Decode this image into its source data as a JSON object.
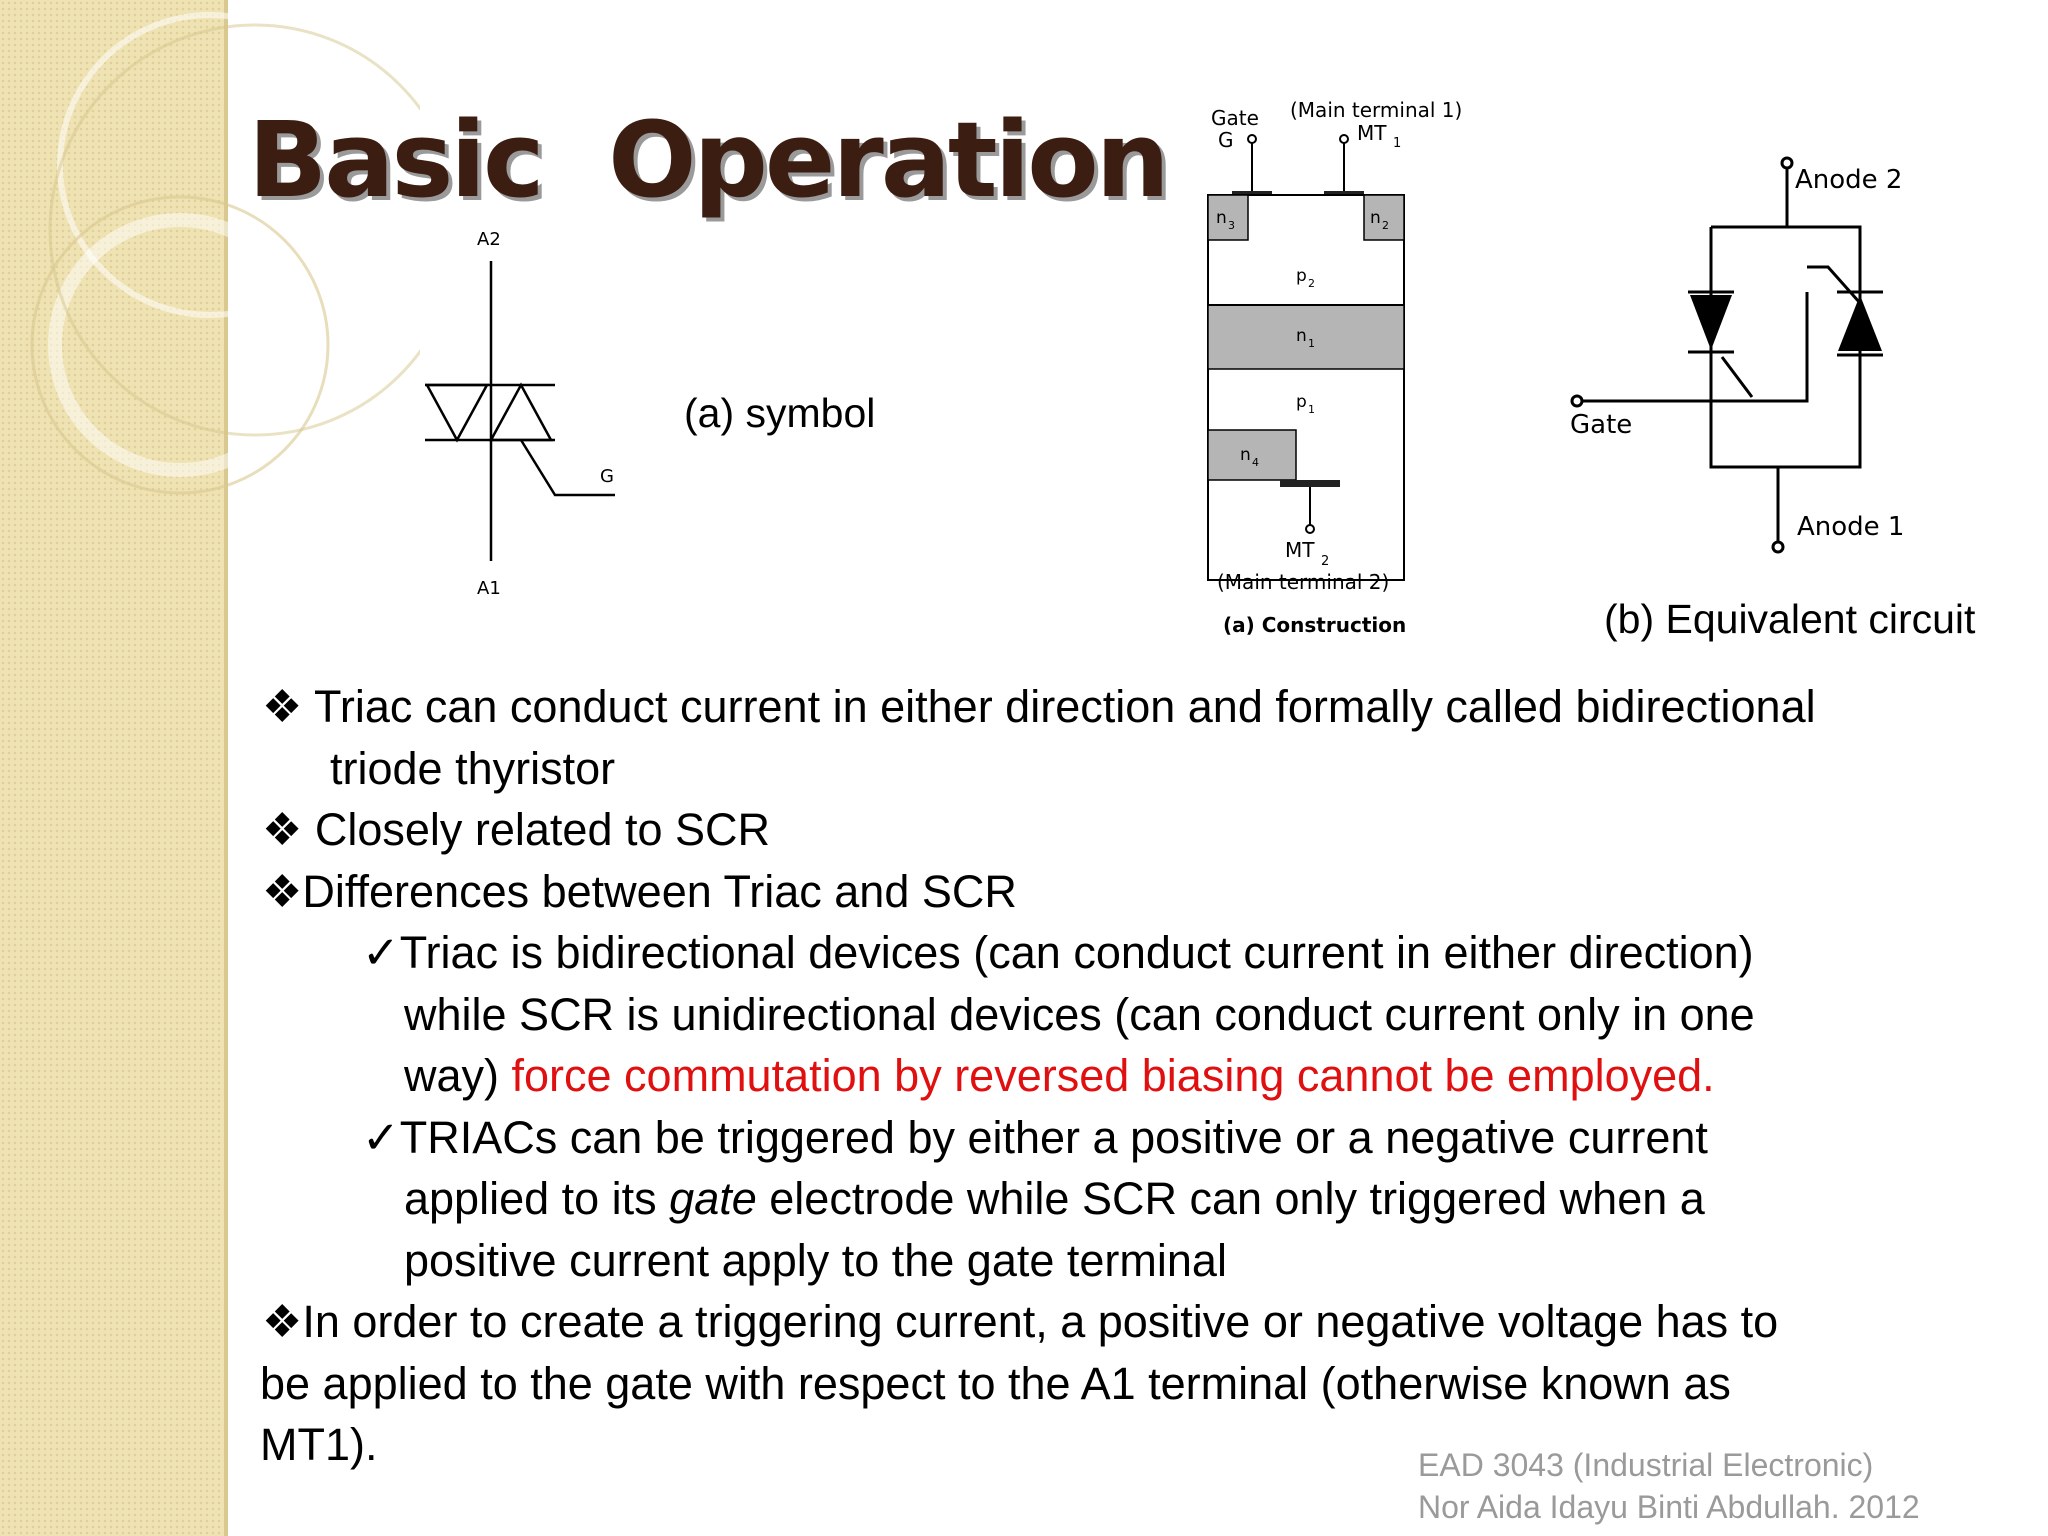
{
  "slide": {
    "title": "Basic  Operation"
  },
  "symbol": {
    "label_a2": "A2",
    "label_a1": "A1",
    "label_g": "G",
    "caption": "(a) symbol"
  },
  "construction": {
    "gate_label": "Gate",
    "gate_terminal": "G",
    "mt1_label": "(Main terminal 1)",
    "mt1_terminal": "MT",
    "mt1_sub": "1",
    "region_n3": "n",
    "region_n3_sub": "3",
    "region_n2": "n",
    "region_n2_sub": "2",
    "region_p2": "p",
    "region_p2_sub": "2",
    "region_n1": "n",
    "region_n1_sub": "1",
    "region_p1": "p",
    "region_p1_sub": "1",
    "region_n4": "n",
    "region_n4_sub": "4",
    "mt2_terminal": "MT",
    "mt2_sub": "2",
    "mt2_label": "(Main terminal 2)",
    "caption": "(a) Construction"
  },
  "equivalent": {
    "anode2": "Anode 2",
    "anode1": "Anode 1",
    "gate": "Gate",
    "caption": "(b) Equivalent circuit"
  },
  "bullets": {
    "b1_marker": "❖",
    "b1_line1": " Triac can conduct current in either direction and formally called bidirectional",
    "b1_line2": "triode thyristor",
    "b2_marker": "❖",
    "b2_text": " Closely related to SCR",
    "b3_marker": "❖",
    "b3_text": "Differences between Triac and SCR",
    "s1_marker": "✓",
    "s1_line1": "Triac is bidirectional devices (can conduct current in either direction)",
    "s1_line2": "while SCR is unidirectional devices (can conduct current only in one",
    "s1_line3_a": "way) ",
    "s1_line3_red": "force commutation by reversed biasing cannot be employed.",
    "s2_marker": "✓",
    "s2_line1": "TRIACs can be triggered by either a positive or a negative current",
    "s2_line2_a": "applied to its ",
    "s2_line2_italic": "gate",
    "s2_line2_b": " electrode while SCR can only triggered when a",
    "s2_line3": "positive current apply to the gate terminal",
    "b4_marker": "❖",
    "b4_line1": "In order to create a triggering current, a positive or negative voltage has to",
    "b4_line2": "be applied to the gate with respect to the A1 terminal (otherwise known as",
    "b4_line3": "MT1)."
  },
  "footer": {
    "line1": "EAD 3043 (Industrial Electronic)",
    "line2": "Nor Aida Idayu Binti Abdullah. 2012"
  },
  "colors": {
    "title": "#3b1d12",
    "highlight": "#e01010",
    "footer": "#9a9a9a",
    "sidebar": "#efe2b3"
  }
}
